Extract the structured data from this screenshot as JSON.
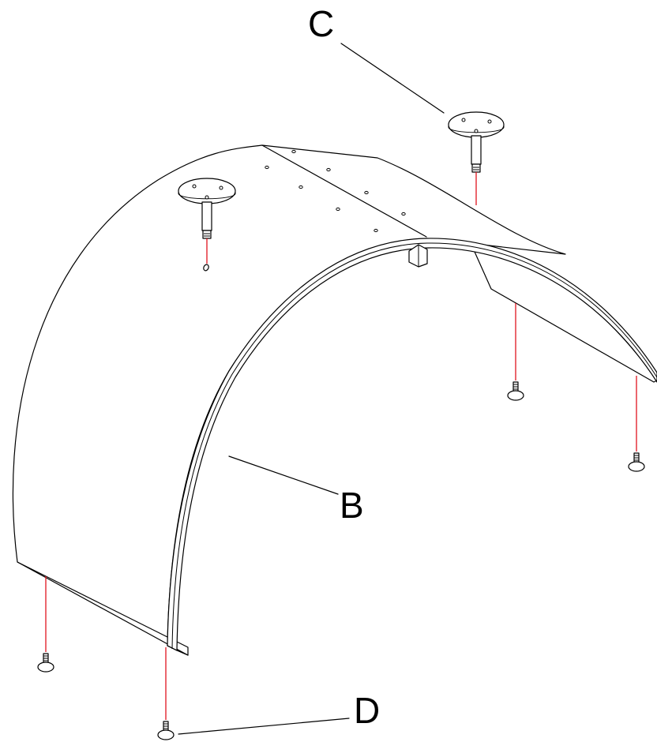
{
  "labels": {
    "b": "B",
    "c": "C",
    "d": "D"
  },
  "colors": {
    "line": "#000000",
    "guide": "#e0141e",
    "background": "#ffffff"
  }
}
